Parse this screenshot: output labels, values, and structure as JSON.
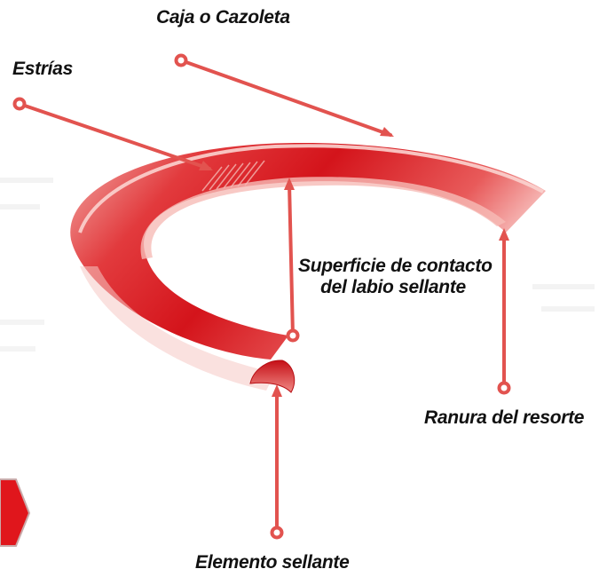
{
  "colors": {
    "accent": "#e8424b",
    "callout": "#e2534f",
    "ring_dark": "#d3141b",
    "ring_light": "#f2a7a2",
    "tab": "#e0161c",
    "text": "#111111"
  },
  "labels": {
    "caja": "Caja o Cazoleta",
    "estrias": "Estrías",
    "superficie_line1": "Superficie de contacto",
    "superficie_line2": "del labio sellante",
    "ranura": "Ranura del resorte",
    "elemento": "Elemento sellante"
  }
}
